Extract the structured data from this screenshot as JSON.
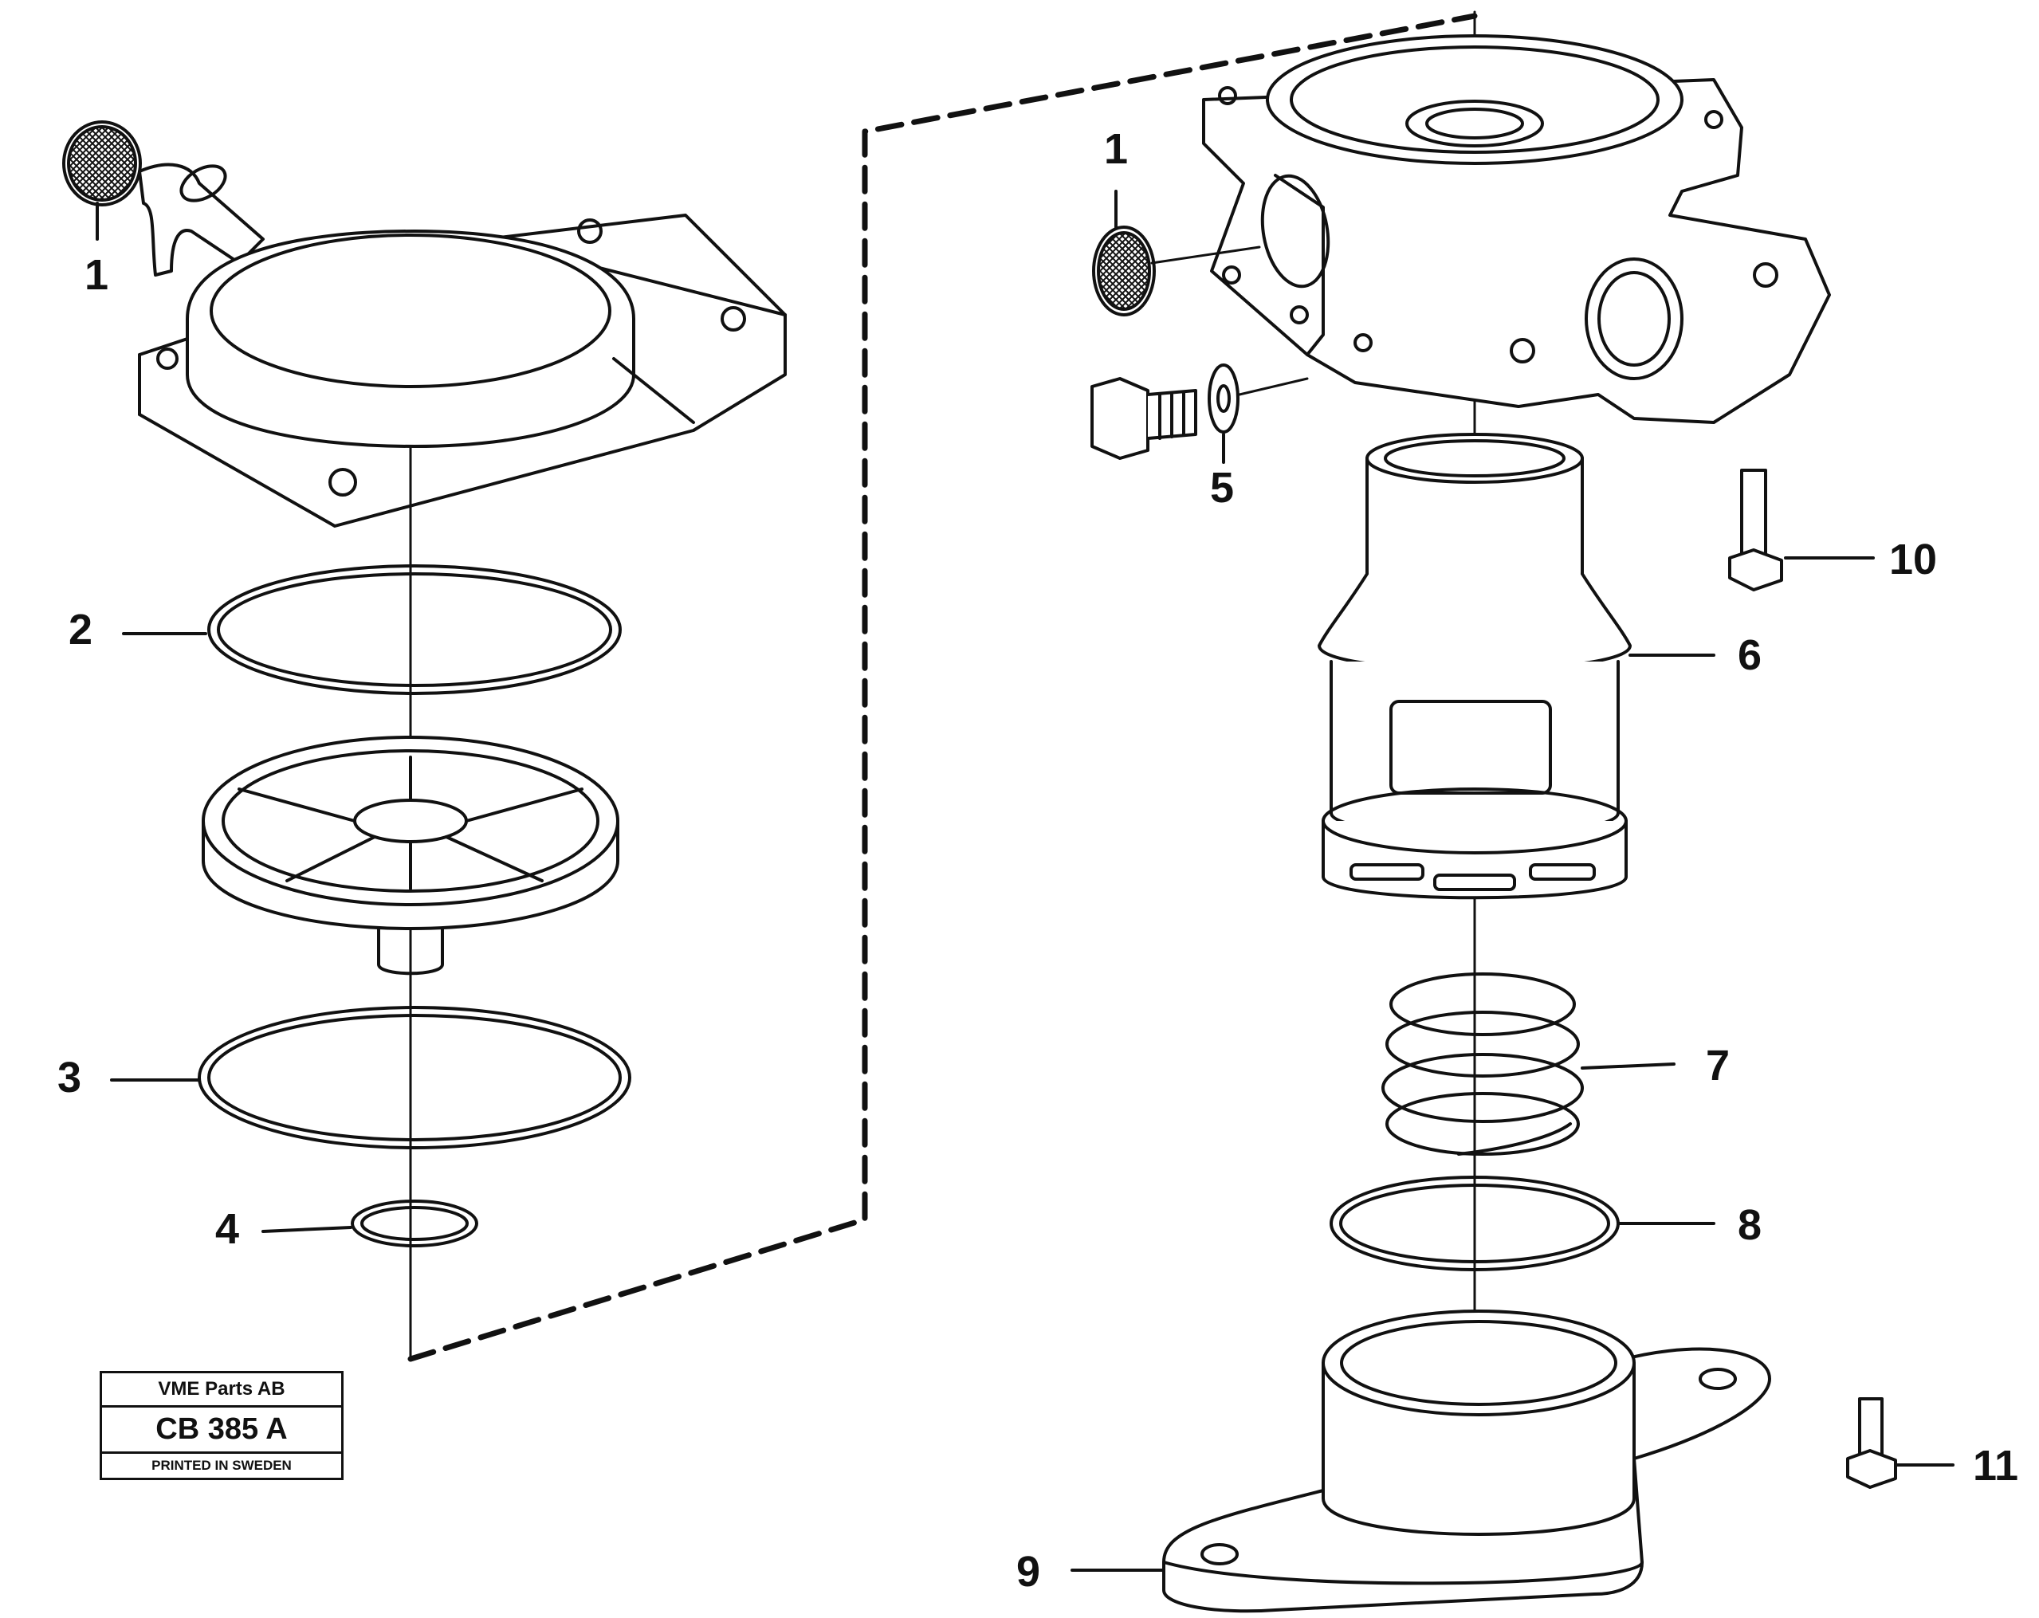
{
  "callouts": [
    {
      "id": "1",
      "label": "1"
    },
    {
      "id": "2",
      "label": "2"
    },
    {
      "id": "3",
      "label": "3"
    },
    {
      "id": "4",
      "label": "4"
    },
    {
      "id": "1b",
      "label": "1"
    },
    {
      "id": "5",
      "label": "5"
    },
    {
      "id": "6",
      "label": "6"
    },
    {
      "id": "7",
      "label": "7"
    },
    {
      "id": "8",
      "label": "8"
    },
    {
      "id": "9",
      "label": "9"
    },
    {
      "id": "10",
      "label": "10"
    },
    {
      "id": "11",
      "label": "11"
    }
  ],
  "stamp": {
    "company": "VME Parts AB",
    "code": "CB 385 A",
    "printed": "PRINTED IN SWEDEN"
  },
  "colors": {
    "ink": "#111111",
    "paper": "#ffffff"
  }
}
